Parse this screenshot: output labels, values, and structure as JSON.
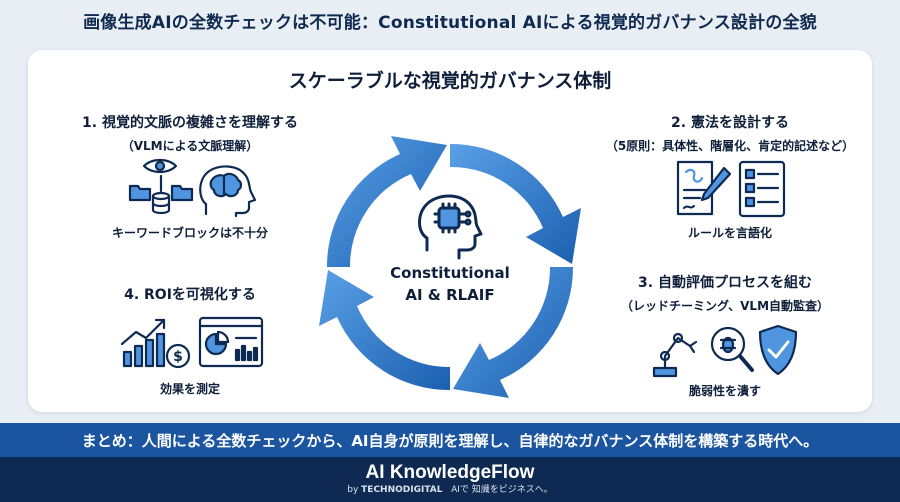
{
  "header": {
    "title": "画像生成AIの全数チェックは不可能：Constitutional AIによる視覚的ガバナンス設計の全貌"
  },
  "diagram": {
    "title": "スケーラブルな視覚的ガバナンス体制",
    "center": {
      "line1": "Constitutional",
      "line2": "AI & RLAIF"
    },
    "steps": [
      {
        "title": "1. 視覚的文脈の複雑さを理解する",
        "subtitle": "（VLMによる文脈理解）",
        "caption": "キーワードブロックは不十分",
        "icons": [
          "eye-icon",
          "folder-icon",
          "database-icon",
          "head-brain-icon"
        ]
      },
      {
        "title": "2. 憲法を設計する",
        "subtitle": "（5原則：具体性、階層化、肯定的記述など）",
        "caption": "ルールを言語化",
        "icons": [
          "document-signing-icon",
          "checklist-icon"
        ]
      },
      {
        "title": "3. 自動評価プロセスを組む",
        "subtitle": "（レッドチーミング、VLM自動監査）",
        "caption": "脆弱性を潰す",
        "icons": [
          "robot-arm-icon",
          "bug-magnifier-icon",
          "shield-check-icon"
        ]
      },
      {
        "title": "4. ROIを可視化する",
        "subtitle": "",
        "caption": "効果を測定",
        "icons": [
          "growth-chart-icon",
          "dollar-coin-icon",
          "dashboard-icon"
        ]
      }
    ]
  },
  "summary": {
    "text": "まとめ：人間による全数チェックから、AI自身が原則を理解し、自律的なガバナンス体制を構築する時代へ。"
  },
  "footer": {
    "brand": "AI KnowledgeFlow",
    "by": "by",
    "company": "TECHNODIGITAL",
    "tagline": "AIで 知識をビジネスへ。"
  },
  "colors": {
    "arrow_dark": "#1b5fb0",
    "arrow_light": "#4f95df",
    "summary_bar": "#1b55a0",
    "footer": "#0f2a52"
  }
}
